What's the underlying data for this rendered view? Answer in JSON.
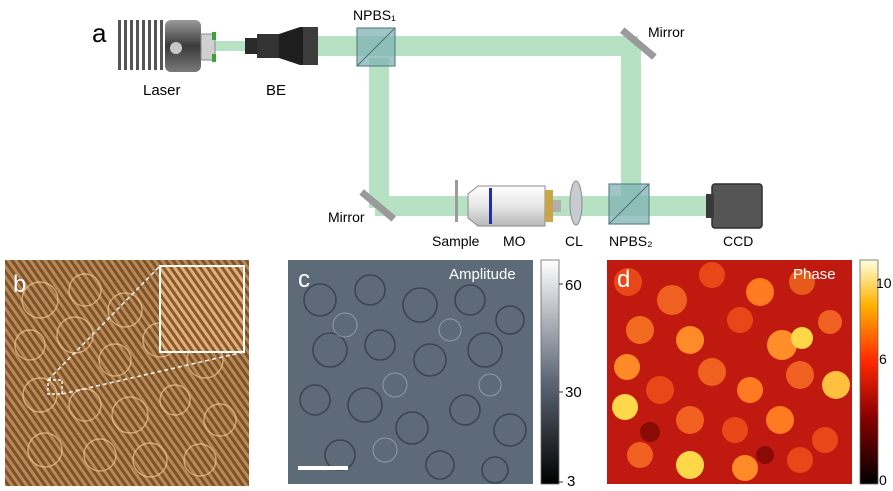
{
  "panel_a": {
    "letter": "a",
    "components": {
      "laser": "Laser",
      "be": "BE",
      "npbs1": "NPBS₁",
      "mirror_top": "Mirror",
      "mirror_left": "Mirror",
      "sample": "Sample",
      "mo": "MO",
      "cl": "CL",
      "npbs2": "NPBS₂",
      "ccd": "CCD"
    },
    "beam_color": "#9fd8b0"
  },
  "panel_b": {
    "letter": "b"
  },
  "panel_c": {
    "letter": "c",
    "title": "Amplitude",
    "colorbar_ticks": [
      "60",
      "30",
      "3"
    ]
  },
  "panel_d": {
    "letter": "d",
    "title": "Phase",
    "colorbar_ticks": [
      "10",
      "6",
      "0"
    ]
  },
  "colors": {
    "hologram": "#b07a42",
    "amplitude": "#5d6a78",
    "phase_bg": "#c01a10",
    "phase_hot": "#ffd84a"
  }
}
